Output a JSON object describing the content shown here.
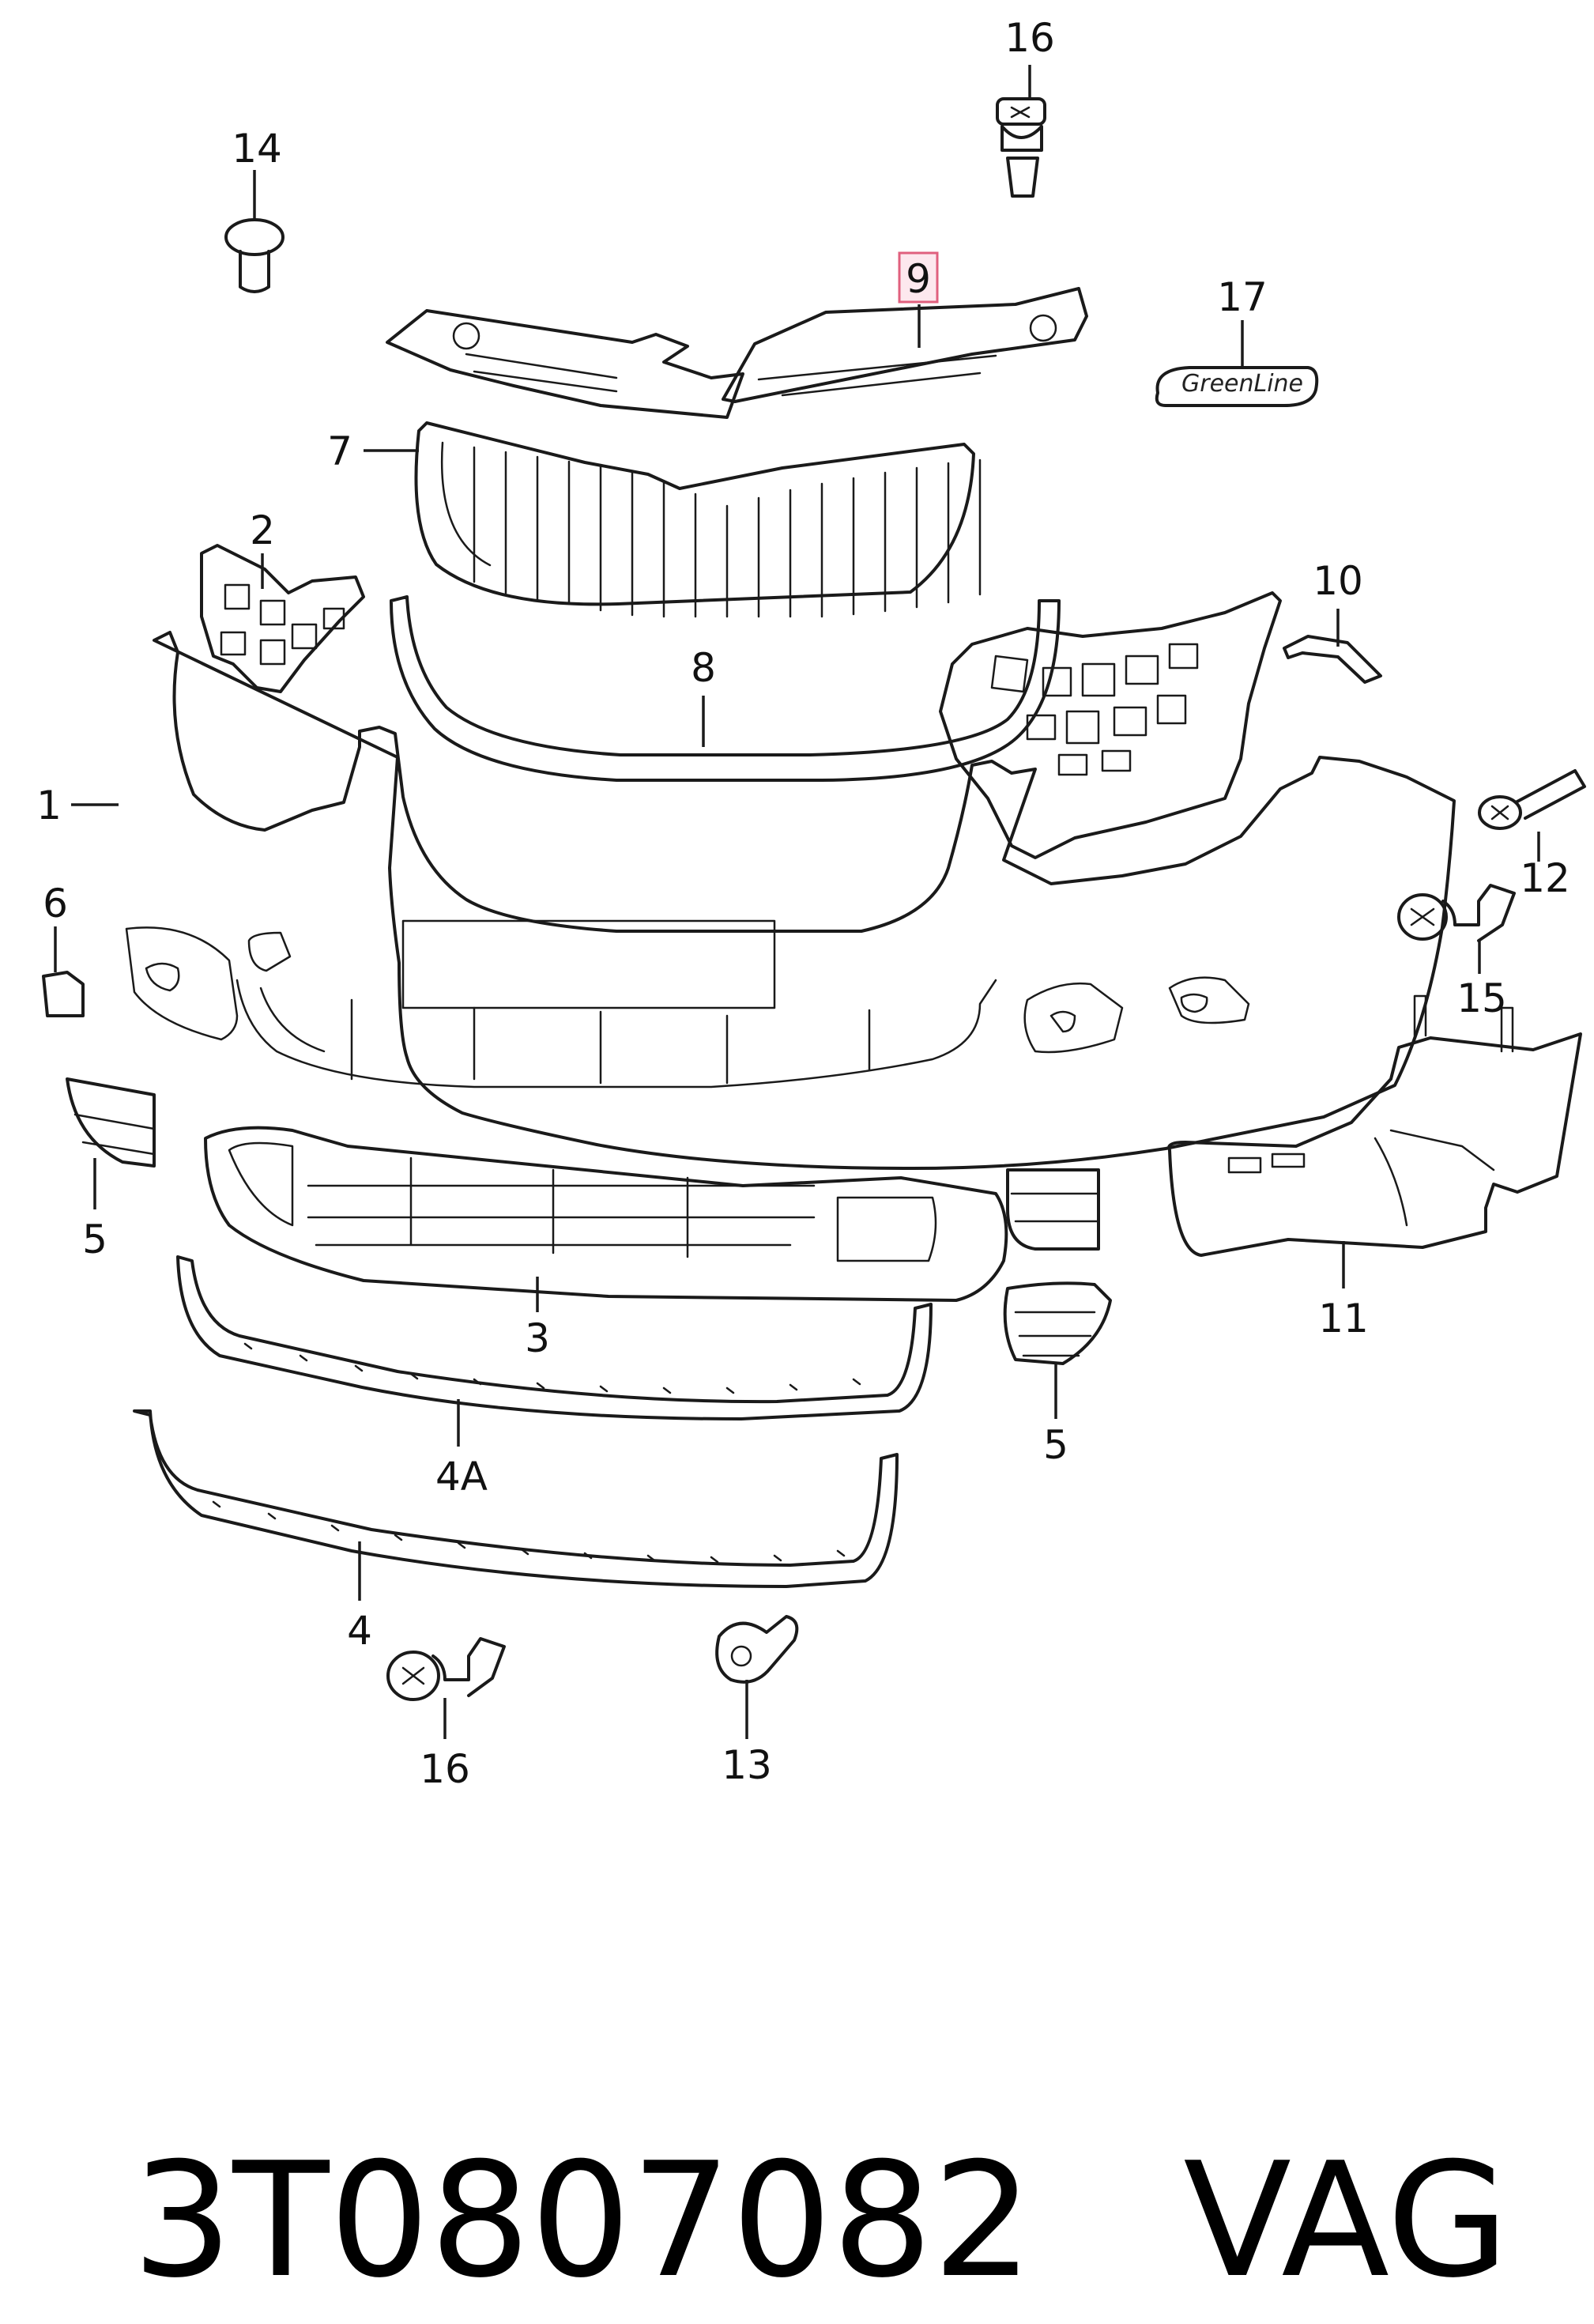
{
  "callouts": {
    "c1": "1",
    "c2": "2",
    "c3": "3",
    "c4": "4",
    "c4a": "4A",
    "c5a": "5",
    "c5b": "5",
    "c6": "6",
    "c7": "7",
    "c8": "8",
    "c9": "9",
    "c10": "10",
    "c11": "11",
    "c12": "12",
    "c13": "13",
    "c14": "14",
    "c15": "15",
    "c16a": "16",
    "c16b": "16",
    "c17": "17"
  },
  "highlighted_callout": "9",
  "badge_text": "GreenLine",
  "footer": {
    "part_number": "3T0807082",
    "brand": "VAG"
  },
  "colors": {
    "line": "#1a1a1a",
    "highlight_fill": "#fde8ee",
    "highlight_stroke": "#e0607e"
  }
}
